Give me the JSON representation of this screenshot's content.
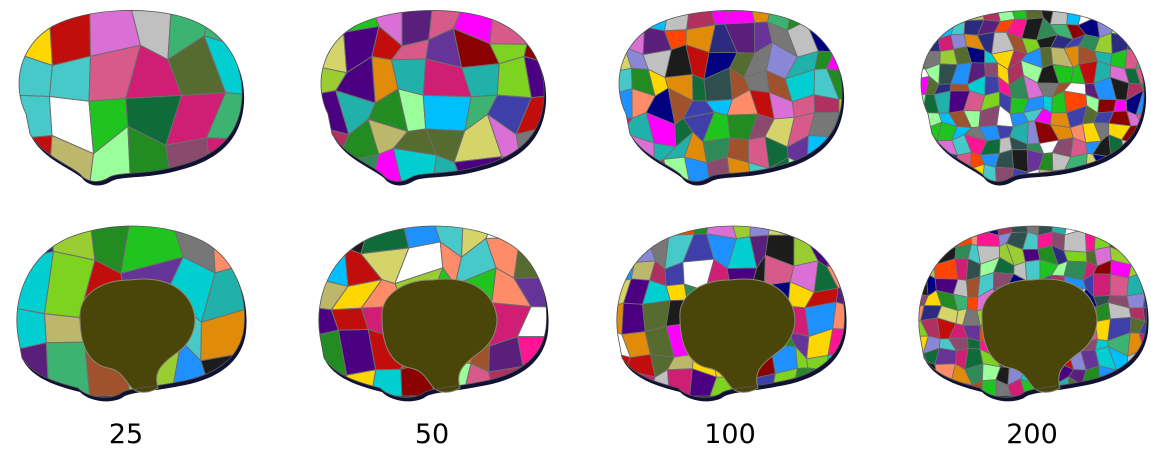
{
  "figure": {
    "columns": [
      {
        "label": "25",
        "parcels": 25
      },
      {
        "label": "50",
        "parcels": 50
      },
      {
        "label": "100",
        "parcels": 100
      },
      {
        "label": "200",
        "parcels": 200
      }
    ],
    "views": [
      "lateral",
      "medial"
    ],
    "medial_wall_color": "#4a4509",
    "outline_color": "#6e6e6e",
    "palette": [
      "#1fc41f",
      "#1c1c1c",
      "#3f3faa",
      "#cf1e73",
      "#2e8b57",
      "#d4d46a",
      "#c20d0d",
      "#48c9c9",
      "#7ed321",
      "#8a87d6",
      "#5a1f7a",
      "#0f6b3a",
      "#2b2b80",
      "#e08c0a",
      "#8a4a6e",
      "#3cb371",
      "#ffffff",
      "#d85a8a",
      "#1e90ff",
      "#9aff9a",
      "#777777",
      "#b03060",
      "#4b0082",
      "#20b2aa",
      "#ff8c69",
      "#bdb76b",
      "#2f4f4f",
      "#8b0000",
      "#da70d6",
      "#00ced1",
      "#556b2f",
      "#ff1493",
      "#c0c0c0",
      "#000080",
      "#9acd32",
      "#ff4500",
      "#663399",
      "#a0522d",
      "#00bfff",
      "#ffd700",
      "#ff00ff",
      "#228b22"
    ]
  }
}
